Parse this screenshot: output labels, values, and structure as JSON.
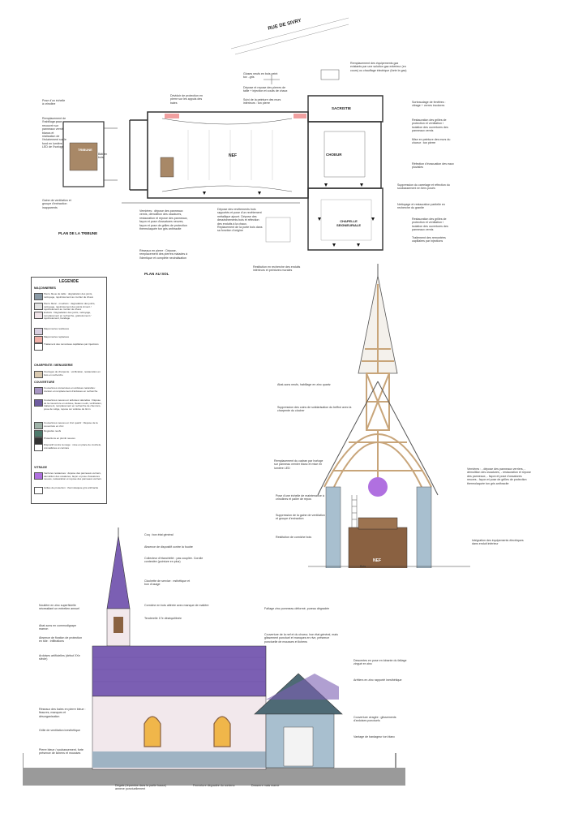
{
  "street": {
    "name": "RUE DE SIVRY"
  },
  "plan_labels": {
    "tribune_title": "PLAN DE LA TRIBUNE",
    "sol_title": "PLAN AU SOL",
    "nef": "NEF",
    "choeur": "CHOEUR",
    "sacristie": "SACRISTIE",
    "chapelle": "CHAPELLE SEIGNEURIALE",
    "tribune": "TRIBUNE"
  },
  "plan_annotations": {
    "t1": "Pose d'un échelle à crinoline",
    "t2": "Remplacement de l'habillage pour recouvrir sur panneaux vernis blancs et réalisation de l'éclairement sur le fond en lumière LED de l'horloge",
    "t3": "Gaine de ventilation et groupe d'extraction inapparents",
    "t4": "Bâti en bois",
    "s1": "Dévidoir de protection en pierre sur les appuis des baies",
    "s2": "Dépose et repose des pierres de taille + injection et coulis de chaux",
    "s3": "Gloses neufs en bois peint tox ..gris",
    "s4": "Suivi de la peinture des murs intérieurs : ton pierre",
    "s5": "Remplacement des équipements gaz existants par une solution gaz extérieur (en cours) ou chauffage électrique (forte le gaz)",
    "s6": "Sorteaudage de fenêtres : vitrage + verres incolores",
    "s7": "Restauration des grilles de protection et ventilation / isolation des ouvertures des panneaux vernis",
    "s8": "Mise en peinture des murs du choeur : ton pierre",
    "s9": "Réfection d'évacuation des eaux pluviales",
    "s10": "Suppression du carrelage et réfection du soubassement en tiers posés",
    "s11": "Nettoyage et restauration partielle en recherche du granite",
    "s12": "Restauration des grilles de protection et ventilation / isolation des ouvertures des panneaux vernis",
    "s13": "Traitement des remontées capillaires par injections",
    "s14": "Restitution en recherche des enduits intérieurs et peintures murales",
    "s15": "Dépose des revêtements bois rapportés et pose d'un revêtement métallique ajouré. Dépose des dessèchements bois et réfection des enduits à la chaux. Replacement de la porte bois dans sa fonction d'origine",
    "s16": "Vernières : dépose des panneaux vernis, démolition des ossatures, restauration et repose des panneaux, façon et pose d'ossatures neuves, façon et pose de grilles de protection thermolaquée ton gris anthracite",
    "s17": "Réseaux en pierre : Dépose, remplacement des pierres malades à l'identique et complète neutralisation"
  },
  "legend": {
    "title": "LEGENDE",
    "sec_maconneries": "MAÇONNERIES",
    "sec_charpente": "CHARPENTE / MENUISERIE",
    "sec_couverture": "COUVERTURE",
    "sec_vitrage": "VITRAGE",
    "items": [
      {
        "label": "Pierre bleue de taille : dégradation des joints, nettoyage, rejointoiement au mortier de chaux",
        "color": "#8a9aa6"
      },
      {
        "label": "Pierre blanc - moellons : dégradation des joints, nettoyage, rejointoiement des joints ciment / rejointoiement au mortier de chaux",
        "color": "#e2e2e2"
      },
      {
        "label": "Enduits : Dégradation des joints, nettoyage, remplacement en recherche, grattoirement / rejointoiement, bandage",
        "color": "#efe3e8"
      },
      {
        "label": "Maçonneries restituées",
        "color": "#d8cfe0"
      },
      {
        "label": "Maçonneries replacées",
        "color": "#f1b0a8"
      },
      {
        "label": "Traitement des remontées capillaires par injections",
        "color": "#ffffff"
      },
      {
        "label": "Ouvrages de charpente : vérification, restauration en bois en recherche",
        "color": "#d9c9b0"
      },
      {
        "label": "Couvertures conservées en ardoises naturelles : révision et remplacement d'ardoises en recherche",
        "color": "#a796c2"
      },
      {
        "label": "Couvertures neuves en ardoises naturelles : Dépose de la couverture en ardoise, liteaux neufs, vérification, traitement, remplacement en recherche de chevrons, pose de volige, repose sur ardoise de 4mm",
        "color": "#6f5ca0"
      },
      {
        "label": "Couvertures neuves en zinc quartz : Dépose de la couverture en zinc",
        "color": "#9fb3a8"
      },
      {
        "label": "Dégradés neufs",
        "color": "#4e7a6c"
      },
      {
        "label": "Protections en plomb neuves",
        "color": "#333333"
      },
      {
        "label": "Dispositif contre la neige : mise en place de crochets, crémaillères et cornière",
        "color": "#ffffff"
      },
      {
        "label": "Verrières restaurées : dépose des panneaux verriers, démolition des ossatures, façon et pose d'ossatures neuves, restauration et repose des panneaux verriers",
        "color": "#b070e0"
      },
      {
        "label": "Grilles de protection : thermolaquée gris anthracite",
        "color": "#ffffff"
      }
    ]
  },
  "section_labels": {
    "nef": "NEF",
    "bois": "Bois",
    "c1": "Abat-sons neufs, habillage en zinc quartz",
    "c2": "Suppression des coins de solidarisation du beffroi avec la charpente du clocher",
    "c3": "Remplacement du cadran par horloge sur panneau vernier blanc et mise en lumière LED",
    "c4": "Pose d'une échelle de maintenance à crinolines et palier de repos",
    "c5": "Suppression de la gaine de ventilation et groupe d'extraction",
    "c6": "Restitution de corniche bois",
    "c7": "Vernières : - dépose des panneaux verriers, - démolition des ossatures, - restauration et repose des panneaux, - façon et pose d'ossatures neuves - façon et pose de grilles de protection thermolaquée ton gris anthracite",
    "c8": "Intégration des équipements électriques dans enduit intérieur"
  },
  "elevation_labels": {
    "e1": "Coq : bon état général",
    "e2": "Absence de dispositif contre la foudre",
    "e3": "Collecteur d'étanchéité : pas couplée. Corolle contestée (pointure en plus)",
    "e4": "Clochette de service : esthétique et bon d'usage",
    "e5": "Corniche en bois altérée avec manque de matière",
    "e6": "Tenderelle 17e déséquilibrée",
    "e7": "Noulière en zinc superficielle nécessitant un entretien annuel",
    "e8": "Abat-sons en commodigrape marron",
    "e9": "Absence de fixation de protection en tôle : infiltrations",
    "e10": "Ardoises artificielles (début XXe siècle)",
    "e11": "Faîtage zinc pommeau déformé, pureau dégradée",
    "e12": "Couverture de la nef et du choeur, bon état général, mais glissement ponctuel et manques en rive, présence ponctuelle de mousses et lichens",
    "e13": "Réseaux des baies en pierre bleue : fissures, manques et désorganisation",
    "e14": "Grille de ventilation inesthétique",
    "e15": "Pierre bleue / soubassement, forte présence de lichens et mousses",
    "e16": "Descentes en pose en lobante du faîtage zingué en zinc",
    "e17": "Arêtiers en zinc rapporté inesthétique",
    "e18": "Couverture ciragée : glissements d'ardoises ponctuels",
    "e19": "Vantage de bardageur ton blanc",
    "e20": "Dégats (répandus dans la partie basse) annexe ponctuellement",
    "e21": "Fermeture dégradée du contenu",
    "e22": "Desserre mais marne"
  }
}
